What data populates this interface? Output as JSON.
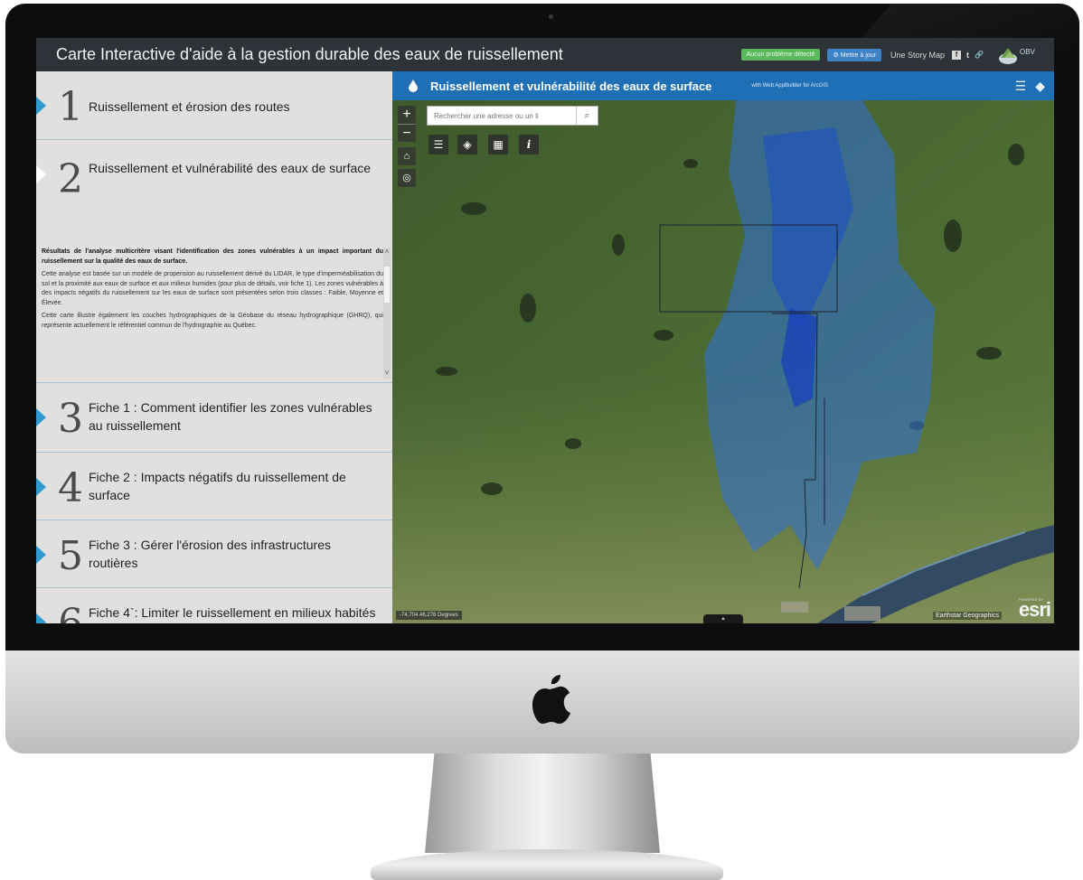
{
  "app": {
    "title": "Carte Interactive d'aide à la gestion durable des eaux de ruissellement",
    "status_badge": "Aucun problème détecté",
    "update_button": "Mettre à jour",
    "story_map": "Une Story Map",
    "social": {
      "facebook": "f",
      "twitter": "t",
      "link": "🔗"
    },
    "logo_text": "OBV"
  },
  "sidebar": {
    "sections": [
      {
        "number": "1",
        "title": "Ruissellement et érosion des routes"
      },
      {
        "number": "2",
        "title": "Ruissellement et vulnérabilité des eaux de surface"
      },
      {
        "number": "3",
        "title": "Fiche 1 : Comment identifier les zones vulnérables au ruissellement"
      },
      {
        "number": "4",
        "title": "Fiche 2 : Impacts négatifs du ruissellement de surface"
      },
      {
        "number": "5",
        "title": "Fiche 3 : Gérer l'érosion des infrastructures routières"
      },
      {
        "number": "6",
        "title": "Fiche 4`: Limiter le ruissellement en milieux habités"
      }
    ],
    "description": [
      "Résultats de l'analyse multicritère visant l'identification des zones vulnérables à un impact important du ruissellement sur la qualité des eaux de surface.",
      "Cette analyse est basée sur un modèle de propension au ruissellement dérivé du LIDAR, le type d'imperméabilisation du sol et la proximité aux eaux de surface et aux milieux humides (pour plus de détails, voir fiche 1). Les zones vulnérables à des impacts négatifs du ruissellement sur les eaux de surface sont présentées selon trois classes : Faible, Moyenne et Élevée.",
      "Cette carte illustre également les couches hydrographiques de la Géobase du réseau hydrographique (GHRQ), qui représente actuellement le référentiel commun de l'hydrographie au Québec."
    ]
  },
  "map": {
    "title": "Ruissellement et vulnérabilité des eaux de surface",
    "subtitle": "with Web AppBuilder for ArcGIS",
    "search_placeholder": "Rechercher une adresse ou un li",
    "zoom_in": "+",
    "zoom_out": "−",
    "coordinates": "-74,704 46,276 Degrees",
    "attribution": "Earthstar Geographics",
    "powered_by": "POWERED BY",
    "esri": "esri",
    "colors": {
      "header": "#1f6fb7",
      "vulnerable_zone": "#2f6fd8",
      "marker": "#2f9bd1"
    }
  }
}
